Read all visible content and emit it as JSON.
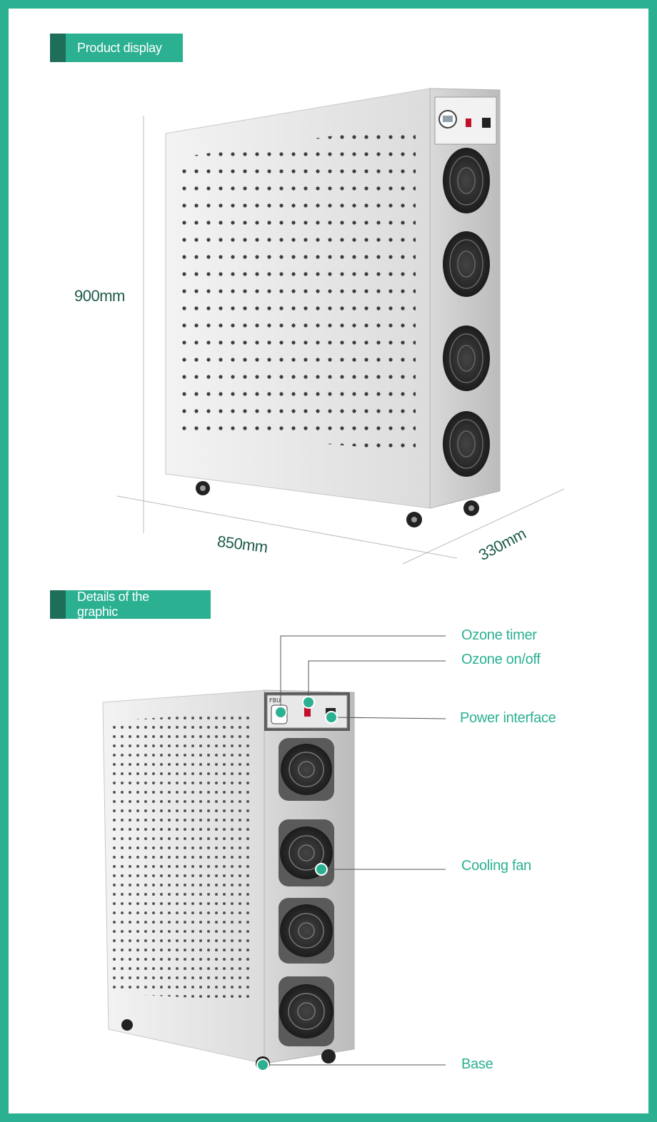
{
  "sections": {
    "display": {
      "title": "Product display"
    },
    "details": {
      "title": "Details of the graphic"
    }
  },
  "dimensions": {
    "height": "900mm",
    "width": "850mm",
    "depth": "330mm"
  },
  "callouts": {
    "timer": "Ozone timer",
    "onoff": "Ozone on/off",
    "power": "Power interface",
    "fan": "Cooling fan",
    "base": "Base"
  },
  "panel": {
    "brand": "FBU"
  },
  "colors": {
    "accent": "#2bb091",
    "accent_dark": "#1e6e5a",
    "dimension_text": "#1e5a4b"
  }
}
